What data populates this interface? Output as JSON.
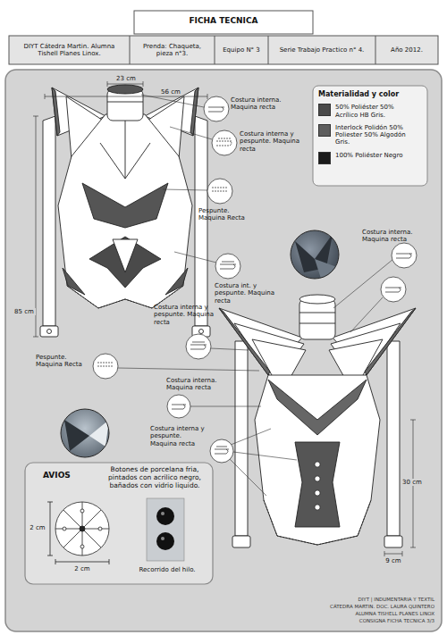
{
  "diagram": {
    "title": "FICHA TECNICA",
    "nodes": [
      {
        "text": [
          "DIYT Cátedra Martin. Alumna Tishell Planes Linox."
        ]
      },
      {
        "text": [
          "Prenda: Chaqueta, pieza n°3."
        ]
      },
      {
        "text": [
          "Equipo N° 3"
        ]
      },
      {
        "text": [
          "Serie Trabajo Practico n° 4."
        ]
      },
      {
        "text": [
          "Año 2012."
        ]
      },
      {
        "text": [
          "Materialidad y color"
        ]
      },
      {
        "text": [
          "AVIOS"
        ]
      }
    ],
    "labels": [
      "23 cm",
      "56 cm",
      "85 cm",
      "Costura interna. Maquina recta",
      "Costura interna y pespunte. Maquina recta",
      "Pespunte. Maquina Recta",
      "Costura int. y pespunte. Maquina recta",
      "Costura interna. Maquina recta",
      "Costura interna y pespunte. Maquina recta",
      "Pespunte. Maquina Recta",
      "Costura interna. Maquina recta",
      "Costura interna y pespunte. Maquina recta",
      "30 cm",
      "9 cm",
      "Botones de porcelana fria, pintados con acrilico negro, bañados con vidrio liquido.",
      "2 cm",
      "2 cm",
      "Recorrido del hilo.",
      "DIYT | INDUMENTARIA Y TEXTIL",
      "CÁTEDRA MARTIN. DOC. LAURA QUINTERO",
      "ALUMNA TISHELL PLANES LINOX",
      "CONSIGNA FICHA TECNICA 3/3"
    ],
    "legend": [
      {
        "text": "50% Poliéster 50% Acrílico HB Gris.",
        "color": "#4a4a4a"
      },
      {
        "text": "Interlock Polidón 50% Poliester 50% Algodón Gris.",
        "color": "#5e5e5e"
      },
      {
        "text": "100% Poliéster Negro",
        "color": "#1a1a1a"
      }
    ]
  }
}
